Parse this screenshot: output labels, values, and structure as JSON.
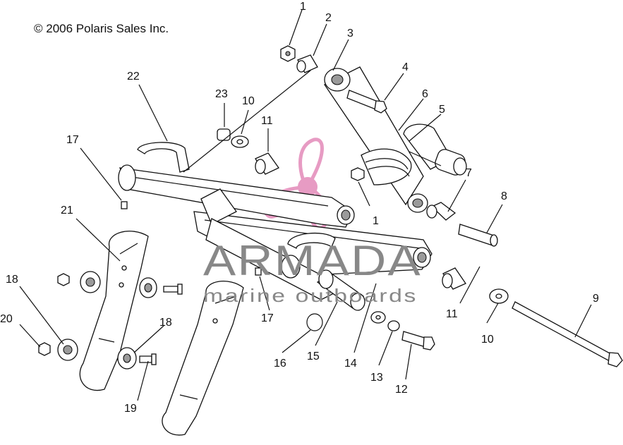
{
  "copyright": "© 2006 Polaris Sales Inc.",
  "watermark": {
    "brand": "ARMADA",
    "tagline": "marine outboards",
    "accent_color": "#e07ab0",
    "text_color": "#888888"
  },
  "callouts": [
    {
      "id": "c1a",
      "label": "1"
    },
    {
      "id": "c2",
      "label": "2"
    },
    {
      "id": "c3",
      "label": "3"
    },
    {
      "id": "c4",
      "label": "4"
    },
    {
      "id": "c6",
      "label": "6"
    },
    {
      "id": "c5",
      "label": "5"
    },
    {
      "id": "c22",
      "label": "22"
    },
    {
      "id": "c23",
      "label": "23"
    },
    {
      "id": "c10a",
      "label": "10"
    },
    {
      "id": "c11a",
      "label": "11"
    },
    {
      "id": "c17a",
      "label": "17"
    },
    {
      "id": "c7",
      "label": "7"
    },
    {
      "id": "c8",
      "label": "8"
    },
    {
      "id": "c1b",
      "label": "1"
    },
    {
      "id": "c21",
      "label": "21"
    },
    {
      "id": "c18a",
      "label": "18"
    },
    {
      "id": "c20",
      "label": "20"
    },
    {
      "id": "c18b",
      "label": "18"
    },
    {
      "id": "c19",
      "label": "19"
    },
    {
      "id": "c17b",
      "label": "17"
    },
    {
      "id": "c16",
      "label": "16"
    },
    {
      "id": "c15",
      "label": "15"
    },
    {
      "id": "c14",
      "label": "14"
    },
    {
      "id": "c13",
      "label": "13"
    },
    {
      "id": "c12",
      "label": "12"
    },
    {
      "id": "c11b",
      "label": "11"
    },
    {
      "id": "c10b",
      "label": "10"
    },
    {
      "id": "c9",
      "label": "9"
    }
  ]
}
